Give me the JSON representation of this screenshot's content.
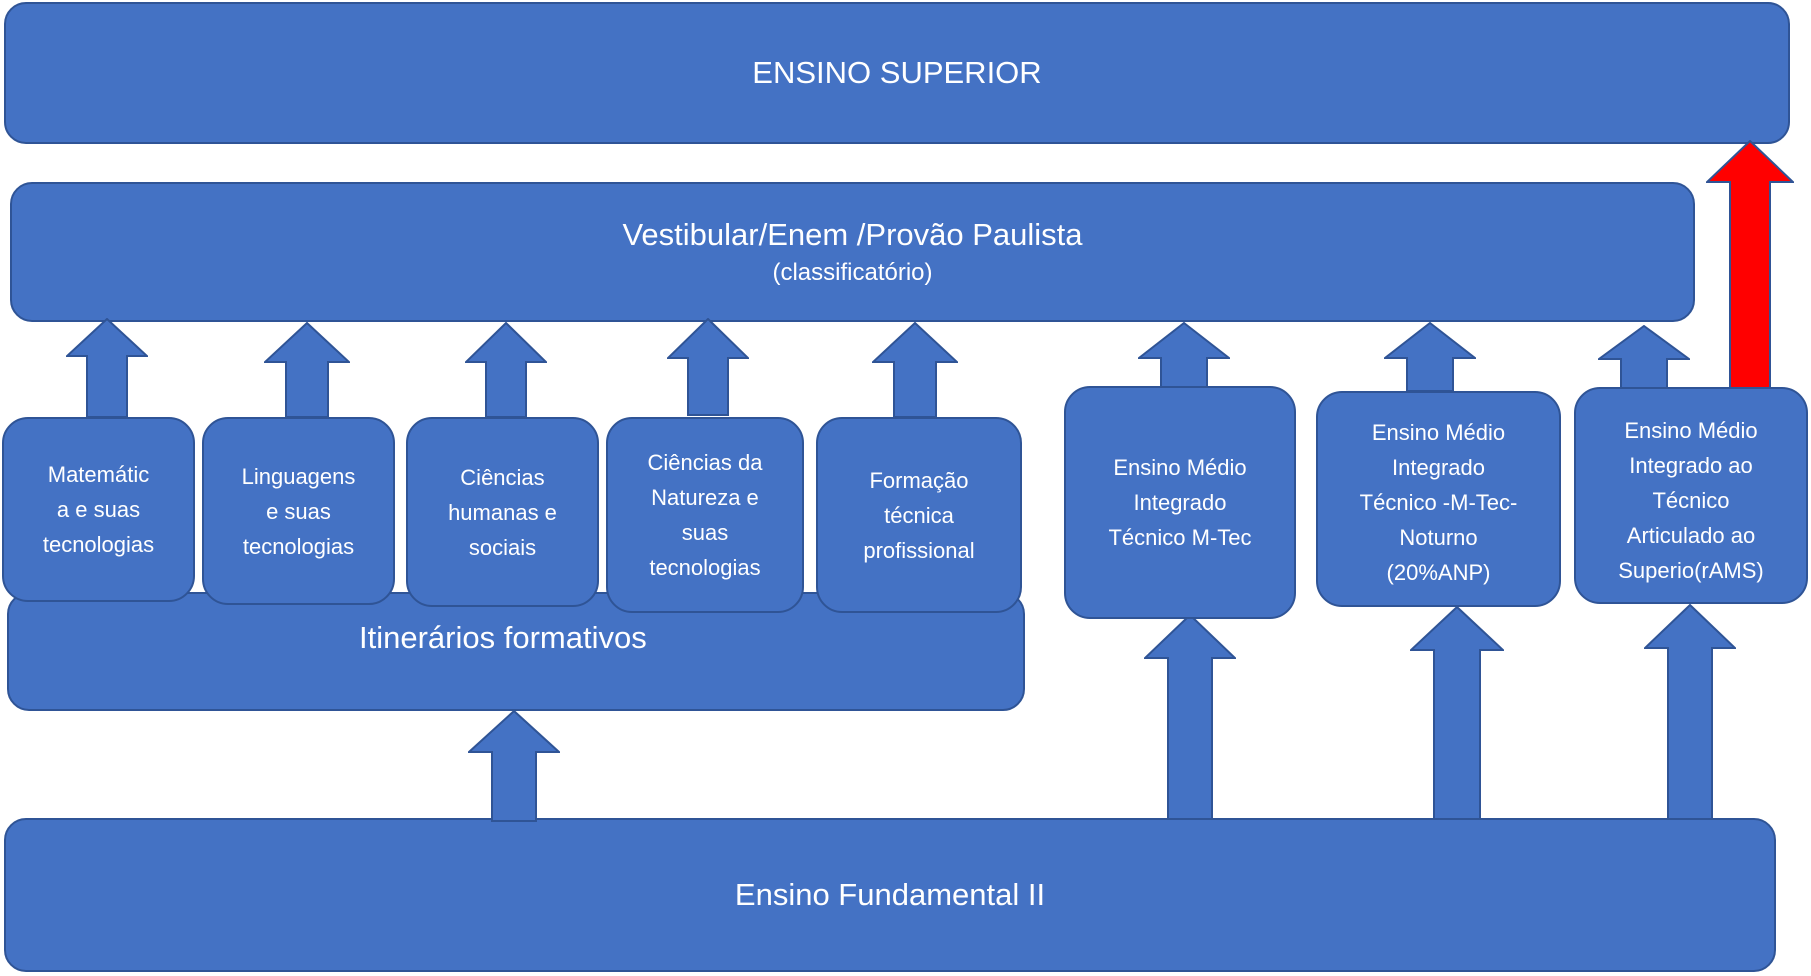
{
  "colors": {
    "box_fill": "#4472c4",
    "box_border": "#2f5496",
    "text": "#ffffff",
    "red_arrow": "#ff0000"
  },
  "top": {
    "label": "ENSINO SUPERIOR"
  },
  "exam": {
    "title": "Vestibular/Enem /Provão Paulista",
    "subtitle": "(classificatório)"
  },
  "itineraries": {
    "label": "Itinerários formativos",
    "items": [
      {
        "label": "Matemátic\na e suas\ntecnologias"
      },
      {
        "label": "Linguagens\ne suas\ntecnologias"
      },
      {
        "label": "Ciências\nhumanas e\nsociais"
      },
      {
        "label": "Ciências da\nNatureza e\nsuas\ntecnologias"
      },
      {
        "label": "Formação\ntécnica\nprofissional"
      }
    ]
  },
  "integrated": [
    {
      "label": "Ensino Médio\nIntegrado\nTécnico M-Tec"
    },
    {
      "label": "Ensino Médio\nIntegrado\nTécnico -M-Tec-\nNoturno\n(20%ANP)"
    },
    {
      "label": "Ensino Médio\nIntegrado ao\nTécnico\nArticulado ao\nSuperio(rAMS)"
    }
  ],
  "bottom": {
    "label": "Ensino Fundamental II"
  }
}
